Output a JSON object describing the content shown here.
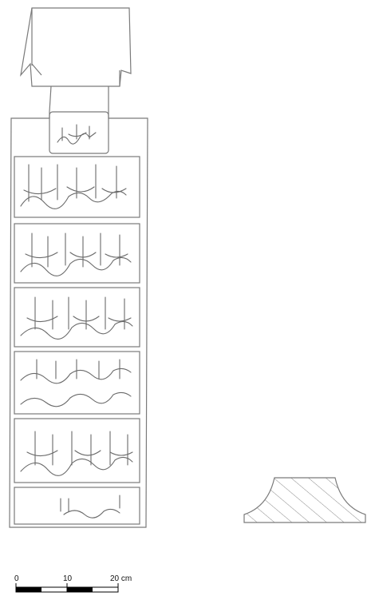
{
  "scale_bar": {
    "ticks": [
      "0",
      "10",
      "20 cm"
    ]
  },
  "colors": {
    "outline": "#7a7a7a",
    "hatch": "#8a8a8a",
    "scale_black": "#000000"
  }
}
